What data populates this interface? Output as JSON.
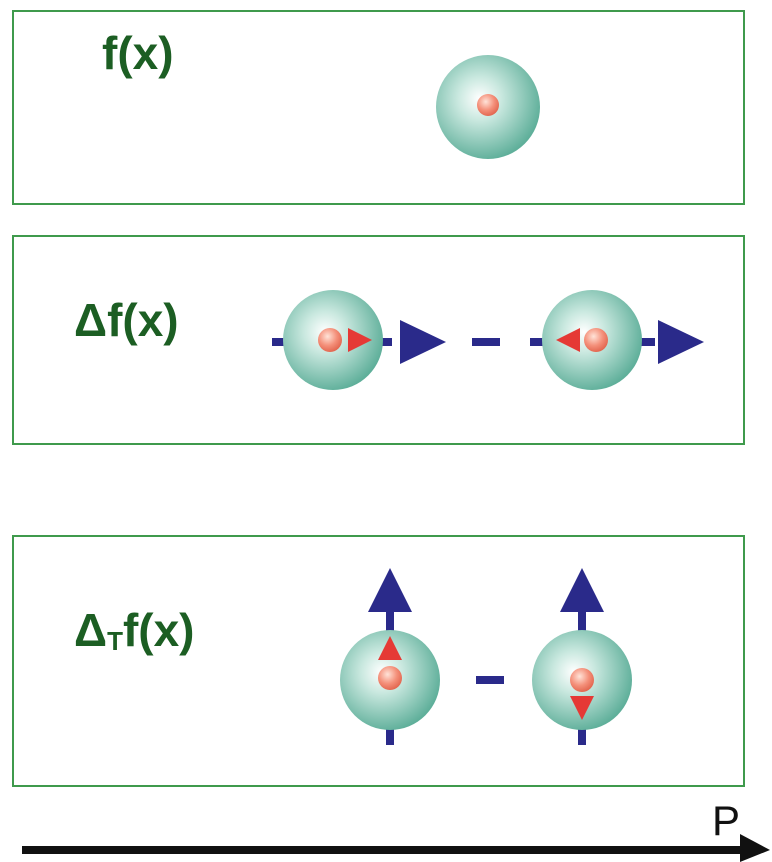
{
  "panels": [
    {
      "label_main": "f(x)",
      "label_sub": ""
    },
    {
      "label_main": "Δf(x)",
      "label_sub": ""
    },
    {
      "label_prefix": "Δ",
      "label_sub": "T",
      "label_main": "f(x)"
    }
  ],
  "axis": {
    "label": "P"
  },
  "colors": {
    "frame": "#3f9a4c",
    "label": "#1c5e23",
    "nucleon": "#7fc3b3",
    "quark": "#f07b64",
    "spin_arrow": "#e53935",
    "momentum_arrow": "#2a2a8a"
  }
}
